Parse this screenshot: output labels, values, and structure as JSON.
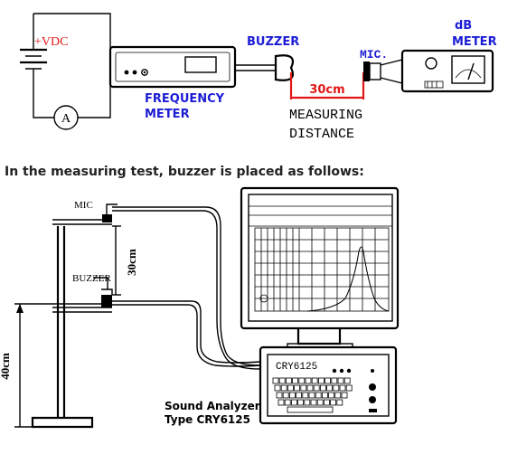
{
  "top_diagram": {
    "vdc_label": "+VDC",
    "ammeter_label": "A",
    "frequency_meter_label_line1": "FREQUENCY",
    "frequency_meter_label_line2": "METER",
    "buzzer_label": "BUZZER",
    "distance_value": "30cm",
    "mic_label": "MIC.",
    "db_meter_label_line1": "dB",
    "db_meter_label_line2": "METER",
    "measuring_label_line1": "MEASURING",
    "measuring_label_line2": "DISTANCE"
  },
  "section_heading": "In the measuring test, buzzer is placed as follows:",
  "bottom_diagram": {
    "mic_label": "MIC",
    "buzzer_label": "BUZZER",
    "distance_30": "30cm",
    "distance_40": "40cm",
    "analyzer_model": "CRY6125",
    "analyzer_caption_line1": "Sound Analyzer",
    "analyzer_caption_line2": "Type CRY6125"
  },
  "colors": {
    "label_blue": "#1c1cd6",
    "distance_red": "#e01818",
    "line_black": "#000000"
  }
}
